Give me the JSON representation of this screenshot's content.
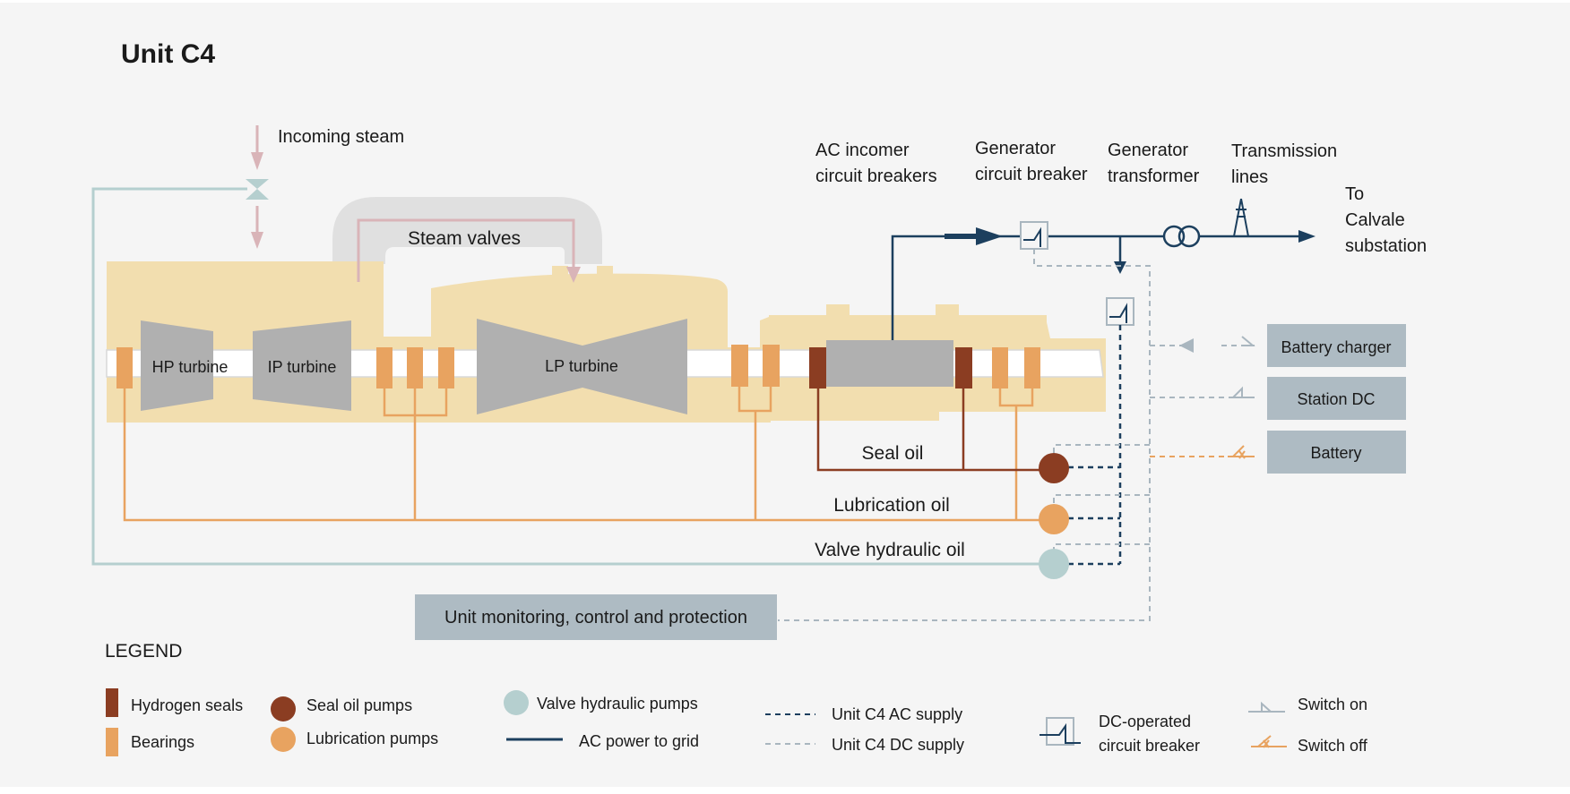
{
  "title": "Unit C4",
  "labels": {
    "incoming_steam": "Incoming steam",
    "steam_valves": "Steam valves",
    "hp_turbine": "HP turbine",
    "ip_turbine": "IP turbine",
    "lp_turbine": "LP turbine",
    "ac_incomer_1": "AC incomer",
    "ac_incomer_2": "circuit breakers",
    "gen_cb_1": "Generator",
    "gen_cb_2": "circuit breaker",
    "gen_tx_1": "Generator",
    "gen_tx_2": "transformer",
    "tx_lines_1": "Transmission",
    "tx_lines_2": "lines",
    "to_1": "To",
    "to_2": "Calvale",
    "to_3": "substation",
    "seal_oil": "Seal oil",
    "lube_oil": "Lubrication oil",
    "valve_oil": "Valve hydraulic oil",
    "battery_charger": "Battery charger",
    "station_dc": "Station DC",
    "battery": "Battery",
    "monitoring": "Unit monitoring, control and protection"
  },
  "legend": {
    "heading": "LEGEND",
    "hydrogen_seals": "Hydrogen seals",
    "bearings": "Bearings",
    "seal_oil_pumps": "Seal oil pumps",
    "lubrication_pumps": "Lubrication pumps",
    "valve_hydraulic_pumps": "Valve hydraulic pumps",
    "ac_power_to_grid": "AC power to grid",
    "unit_ac_supply": "Unit C4 AC supply",
    "unit_dc_supply": "Unit C4 DC supply",
    "dc_cb_1": "DC-operated",
    "dc_cb_2": "circuit breaker",
    "switch_on": "Switch on",
    "switch_off": "Switch off"
  },
  "colors": {
    "background": "#f5f5f5",
    "casing": "#f2deaf",
    "turbine_grey": "#b0b0b0",
    "bearing": "#e8a360",
    "hydrogen_seal": "#8b3d22",
    "seal_oil_pump": "#8b3d22",
    "lube_pump": "#e8a360",
    "valve_pump": "#b5cfcf",
    "ac_grid": "#1c3f5e",
    "ac_supply": "#1c3f5e",
    "dc_supply": "#a9b6bf",
    "steam": "#d9b4b8",
    "box_fill": "#aebbc3"
  }
}
